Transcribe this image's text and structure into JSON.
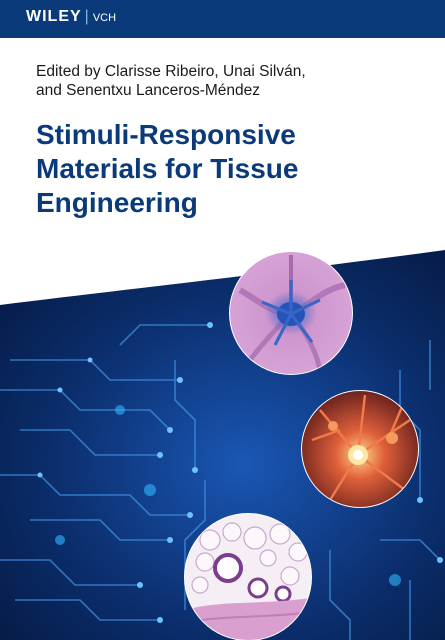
{
  "publisher": {
    "name": "WILEY",
    "imprint": "VCH"
  },
  "editors": {
    "line1": "Edited by Clarisse Ribeiro, Unai Silván,",
    "line2": "and Senentxu Lanceros-Méndez"
  },
  "title": {
    "line1": "Stimuli-Responsive",
    "line2": "Materials for Tissue",
    "line3": "Engineering"
  },
  "colors": {
    "brand_blue": "#0a3a7a",
    "circuit_blue": "#0b2d6b",
    "glow_cyan": "#2fb7ff"
  },
  "images": [
    "stained-cell-micrograph",
    "neuron-network-illustration",
    "adipose-tissue-micrograph"
  ]
}
